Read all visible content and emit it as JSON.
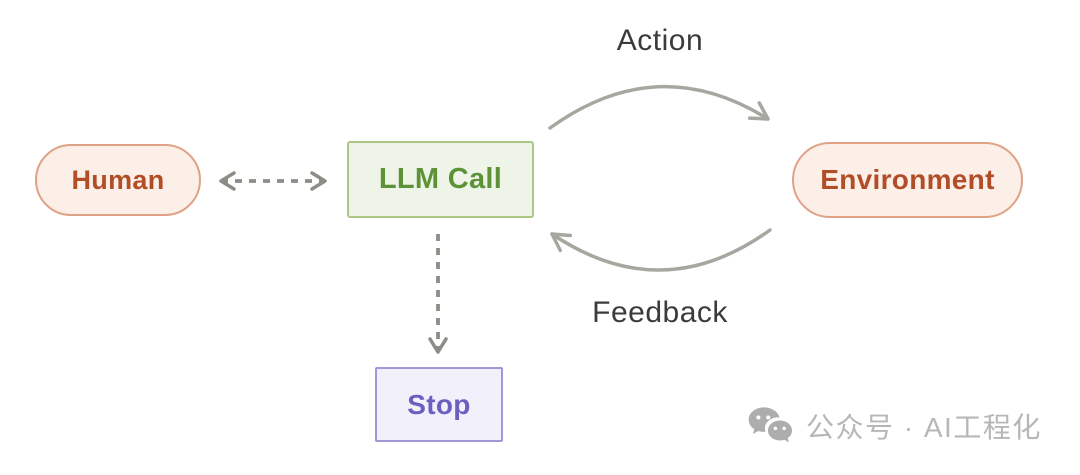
{
  "diagram": {
    "nodes": {
      "human": "Human",
      "llm_call": "LLM Call",
      "environment": "Environment",
      "stop": "Stop"
    },
    "edge_labels": {
      "action": "Action",
      "feedback": "Feedback"
    },
    "colors": {
      "human_env_bg": "#fbefe7",
      "human_env_border": "#dfa287",
      "human_env_text": "#b14e28",
      "llm_bg": "#eef4e7",
      "llm_border": "#abc685",
      "llm_text": "#5d9336",
      "stop_bg": "#f1f0fb",
      "stop_border": "#9f98d6",
      "stop_text": "#6b60c0",
      "solid_arrow": "#a7a7a0",
      "dashed_arrow": "#8d8d86",
      "edge_label_text": "#3b3b3b",
      "watermark_gray": "#b7b7b7"
    }
  },
  "watermark": {
    "text": "公众号 · AI工程化",
    "icon": "wechat-icon"
  }
}
